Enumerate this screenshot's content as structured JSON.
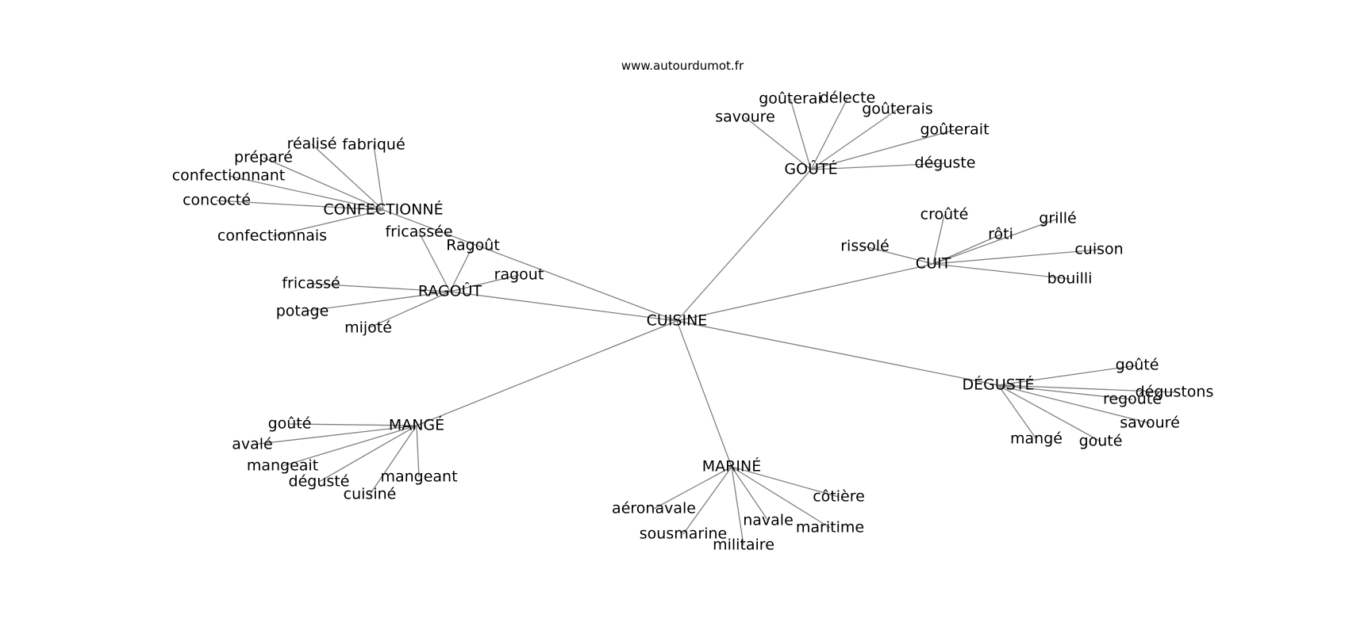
{
  "site": "www.autourdumot.fr",
  "graph": {
    "center": "CUISINE",
    "hubs": [
      {
        "label": "CONFECTIONNÉ",
        "words": [
          "réalisé",
          "fabriqué",
          "préparé",
          "confectionnant",
          "concocté",
          "confectionnais"
        ]
      },
      {
        "label": "RAGOÛT",
        "words": [
          "fricassée",
          "Ragoût",
          "ragout",
          "fricassé",
          "potage",
          "mijoté"
        ]
      },
      {
        "label": "GOÛTÉ",
        "words": [
          "goûterai",
          "délecte",
          "savoure",
          "goûterais",
          "goûterait",
          "déguste"
        ]
      },
      {
        "label": "CUIT",
        "words": [
          "croûté",
          "grillé",
          "rôti",
          "rissolé",
          "cuison",
          "bouilli"
        ]
      },
      {
        "label": "DÉGUSTÉ",
        "words": [
          "goûté",
          "dégustons",
          "regoûté",
          "savouré",
          "mangé",
          "gouté"
        ]
      },
      {
        "label": "MARINÉ",
        "words": [
          "côtière",
          "aéronavale",
          "navale",
          "maritime",
          "sousmarine",
          "militaire"
        ]
      },
      {
        "label": "MANGÉ",
        "words": [
          "goûté",
          "avalé",
          "mangeait",
          "mangeant",
          "dégusté",
          "cuisiné"
        ]
      }
    ]
  }
}
